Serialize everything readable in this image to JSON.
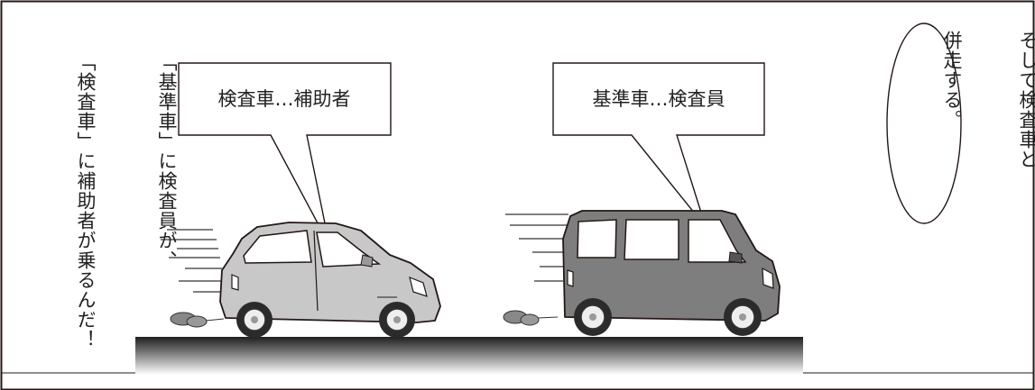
{
  "narration": {
    "lines": [
      "「基準車」に検査員が、",
      "「検査車」に補助者が乗るんだ！"
    ]
  },
  "speech_bubble": {
    "lines": [
      "そして検査車と",
      "併走する。"
    ]
  },
  "callouts": {
    "left_car": "検査車…補助者",
    "right_car": "基準車…検査員"
  },
  "colors": {
    "frame": "#231815",
    "small_car_body": "#c8c8c8",
    "van_body": "#7e7e7e",
    "road_top": "#1f1f1f",
    "road_bottom": "#ffffff"
  }
}
